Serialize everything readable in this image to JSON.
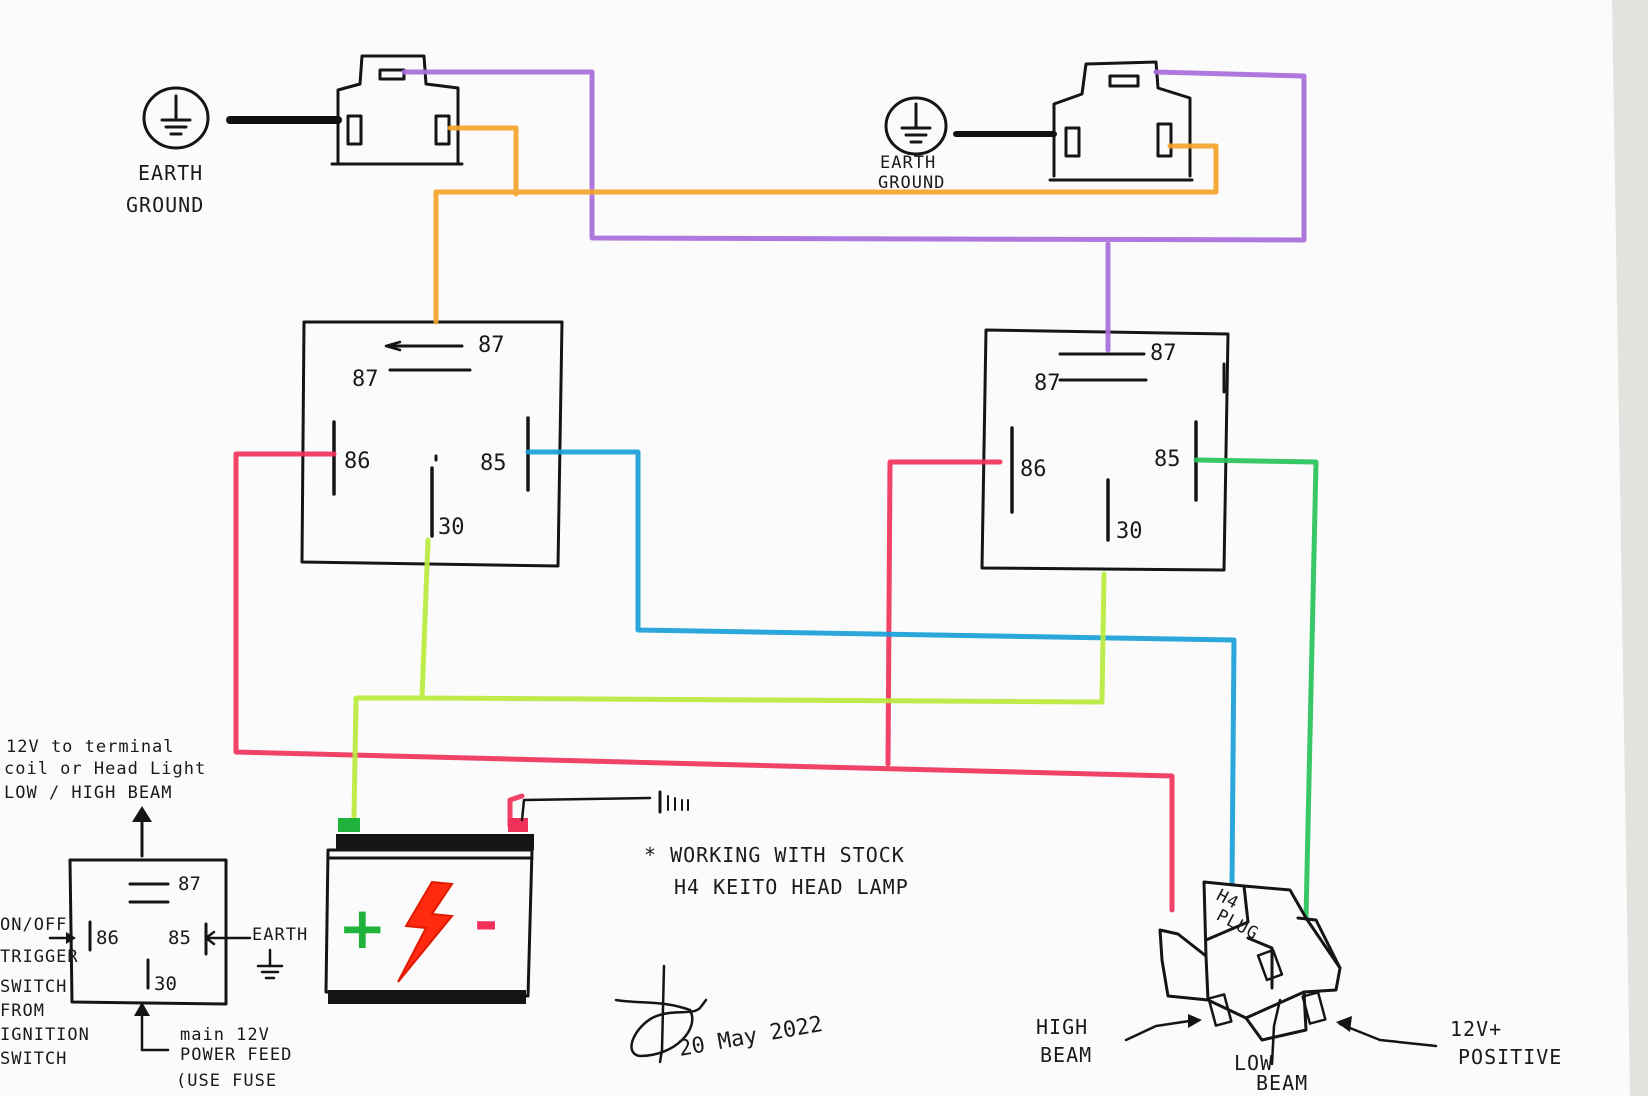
{
  "diagram": {
    "earth_ground": {
      "line1": "EARTH",
      "line2": "GROUND"
    },
    "relay_pins": {
      "p87": "87",
      "p87a": "87",
      "p86": "86",
      "p85": "85",
      "p30": "30"
    },
    "trigger_relay": {
      "pin87": "87",
      "pin86": "86",
      "pin85": "85",
      "pin30": "30",
      "earth_label": "EARTH",
      "top_note": [
        "12V to terminal",
        "coil or Head Light",
        "LOW / HIGH BEAM"
      ],
      "left_note": [
        "ON/OFF",
        "TRIGGER",
        "SWITCH",
        "FROM",
        "IGNITION",
        "SWITCH"
      ],
      "bottom_note": [
        "main 12V",
        "POWER FEED",
        "(USE FUSE"
      ]
    },
    "battery": {
      "plus": "+",
      "minus": "-"
    },
    "note": {
      "line1": "* WORKING WITH STOCK",
      "line2": "H4 KEITO HEAD LAMP"
    },
    "h4_plug": {
      "label_line1": "H4",
      "label_line2": "PLUG"
    },
    "plug_labels": {
      "high_line1": "HIGH",
      "high_line2": "BEAM",
      "low_line1": "LOW",
      "low_line2": "BEAM",
      "pos_line1": "12V+",
      "pos_line2": "POSITIVE"
    },
    "signature": {
      "date": "20 May 2022"
    }
  },
  "colors": {
    "paper": "#fbfbfb",
    "ink": "#151515",
    "purple": "#a86ddc",
    "orange": "#f5a32a",
    "red": "#f0325a",
    "blue": "#1aa0d8",
    "lime": "#b7ea3c",
    "green": "#27c25a",
    "battery_red": "#ff2a10",
    "battery_green": "#1fb33c"
  },
  "icons": [
    "earth-ground-icon",
    "lightning-bolt-icon",
    "up-arrow-icon",
    "arrow-right-icon"
  ]
}
